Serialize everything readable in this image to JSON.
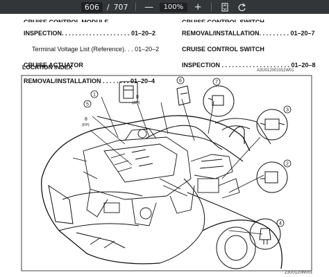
{
  "toolbar": {
    "page_current": "606",
    "page_total": "707",
    "page_separator": "/",
    "zoom": "100%",
    "zoom_out": "—",
    "zoom_in": "+"
  },
  "toc_left": {
    "cut_top": "CRUISE CONTROL MODULE",
    "inspection": "INSPECTION. . . . . . . . . . . . . . . . . . . . 01–20–2",
    "terminal": "Terminal Voltage List (Reference). . . 01–20–2",
    "actuator_title": "CRUISE ACTUATOR",
    "removal": "REMOVAL/INSTALLATION . . . . . . . . 01–20–4"
  },
  "toc_right": {
    "cut_top": "CRUISE CONTROL SWITCH",
    "removal": "REMOVAL/INSTALLATION. . . . . . . . . 01–20–7",
    "switch_title": "CRUISE CONTROL SWITCH",
    "inspection": "INSPECTION . . . . . . . . . . . . . . . . . . . . 01–20–8"
  },
  "location_index_title": "LOCATION INDEX",
  "fig_id_top": "A3U012001011W01",
  "fig_id_bottom": "Z3U0120W001",
  "callouts": {
    "n1": "1",
    "n2": "2",
    "n3": "3",
    "n4": "4",
    "n5": "5",
    "n6": "6",
    "n7": "7",
    "n8a": "8",
    "n8a_sub": "(ZM)",
    "n8b": "8",
    "n8b_sub": "(FP)"
  }
}
